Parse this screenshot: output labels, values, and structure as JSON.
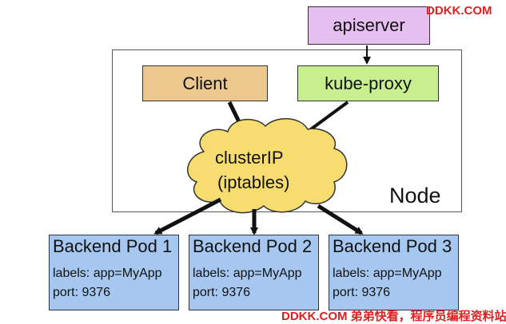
{
  "colors": {
    "apiserver_fill": "#e5bff0",
    "client_fill": "#ecc88e",
    "kubeproxy_fill": "#c7ef8f",
    "cloud_fill": "#f7dc6f",
    "pod_fill": "#a6c8f0",
    "arrow": "#111111",
    "watermark": "#e02020"
  },
  "nodes": {
    "apiserver": "apiserver",
    "client": "Client",
    "kube_proxy": "kube-proxy",
    "cluster_ip_line1": "clusterIP",
    "cluster_ip_line2": "(iptables)",
    "node_label": "Node"
  },
  "pods": [
    {
      "title": "Backend Pod 1",
      "labels": "labels: app=MyApp",
      "port": "port: 9376"
    },
    {
      "title": "Backend Pod 2",
      "labels": "labels: app=MyApp",
      "port": "port: 9376"
    },
    {
      "title": "Backend Pod 3",
      "labels": "labels: app=MyApp",
      "port": "port: 9376"
    }
  ],
  "edges": [
    {
      "from": "apiserver",
      "to": "kube-proxy"
    },
    {
      "from": "Client",
      "to": "clusterIP"
    },
    {
      "from": "kube-proxy",
      "to": "clusterIP"
    },
    {
      "from": "clusterIP",
      "to": "Backend Pod 1"
    },
    {
      "from": "clusterIP",
      "to": "Backend Pod 2"
    },
    {
      "from": "clusterIP",
      "to": "Backend Pod 3"
    }
  ],
  "watermarks": {
    "top": "DDKK.COM",
    "bottom": "DDKK.COM 弟弟快看，程序员编程资料站"
  }
}
